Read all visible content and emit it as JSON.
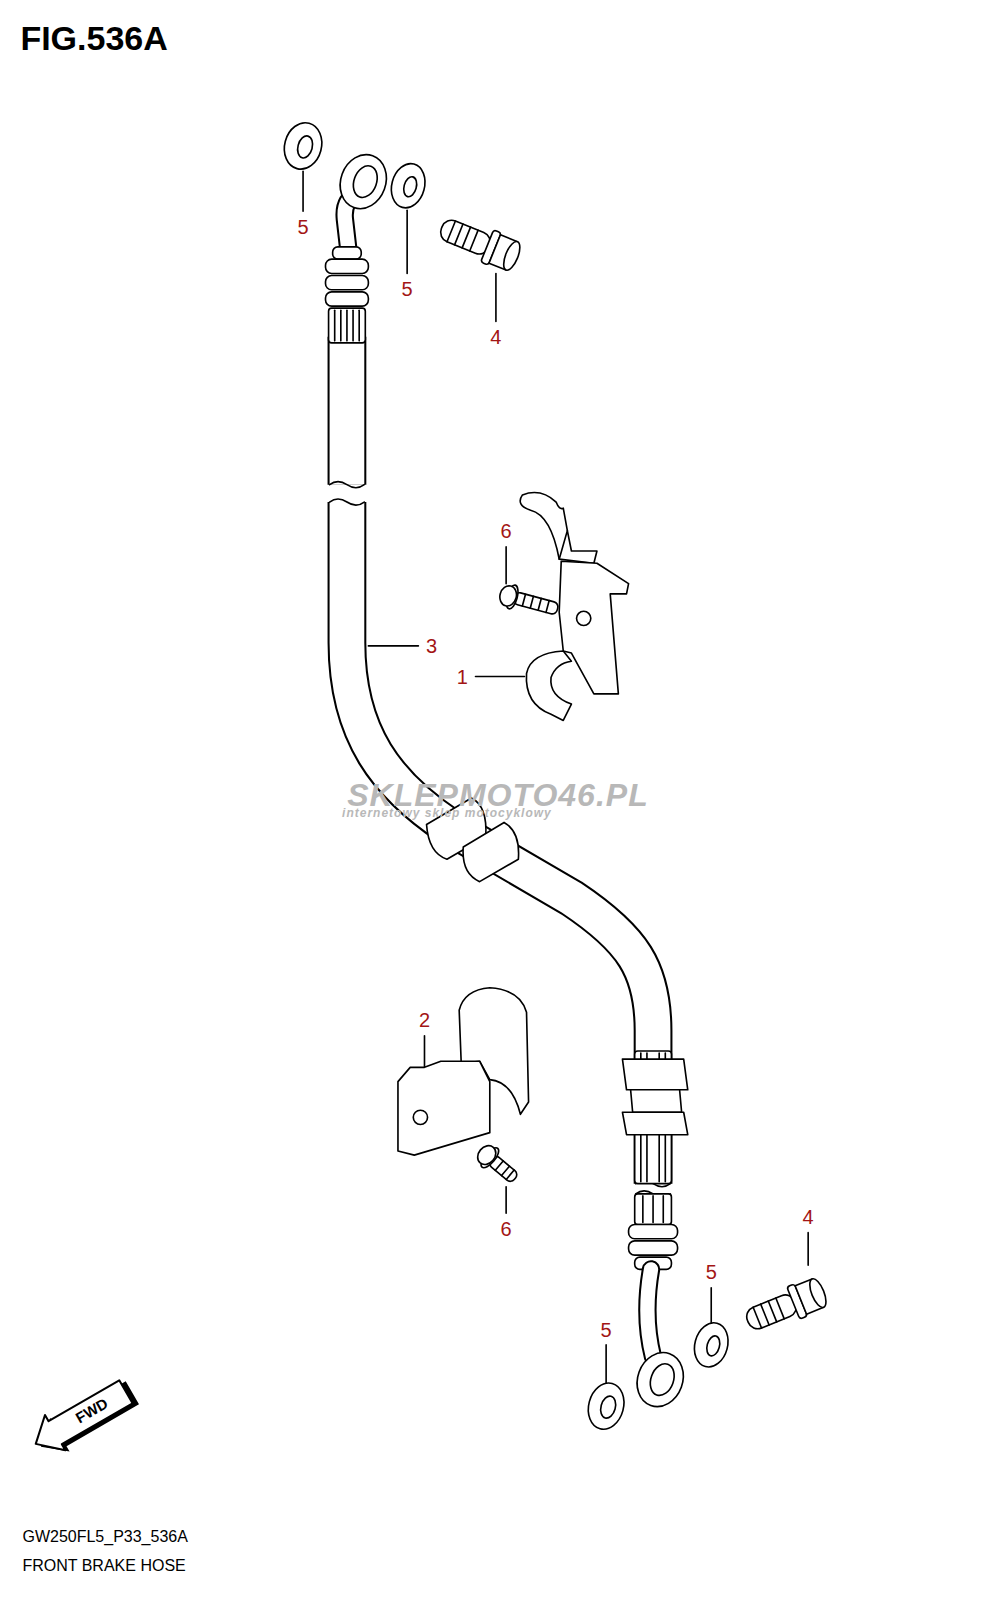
{
  "diagram": {
    "title": "FIG.536A",
    "caption": "FRONT BRAKE HOSE",
    "labels": [
      "5",
      "5",
      "4",
      "6",
      "3",
      "1",
      "2",
      "6",
      "4",
      "5",
      "5",
      "FWD",
      "SKLEPMOTO46.PL",
      "internetowy sklep motocyklowy",
      "GW250FL5_P33_536A"
    ]
  }
}
